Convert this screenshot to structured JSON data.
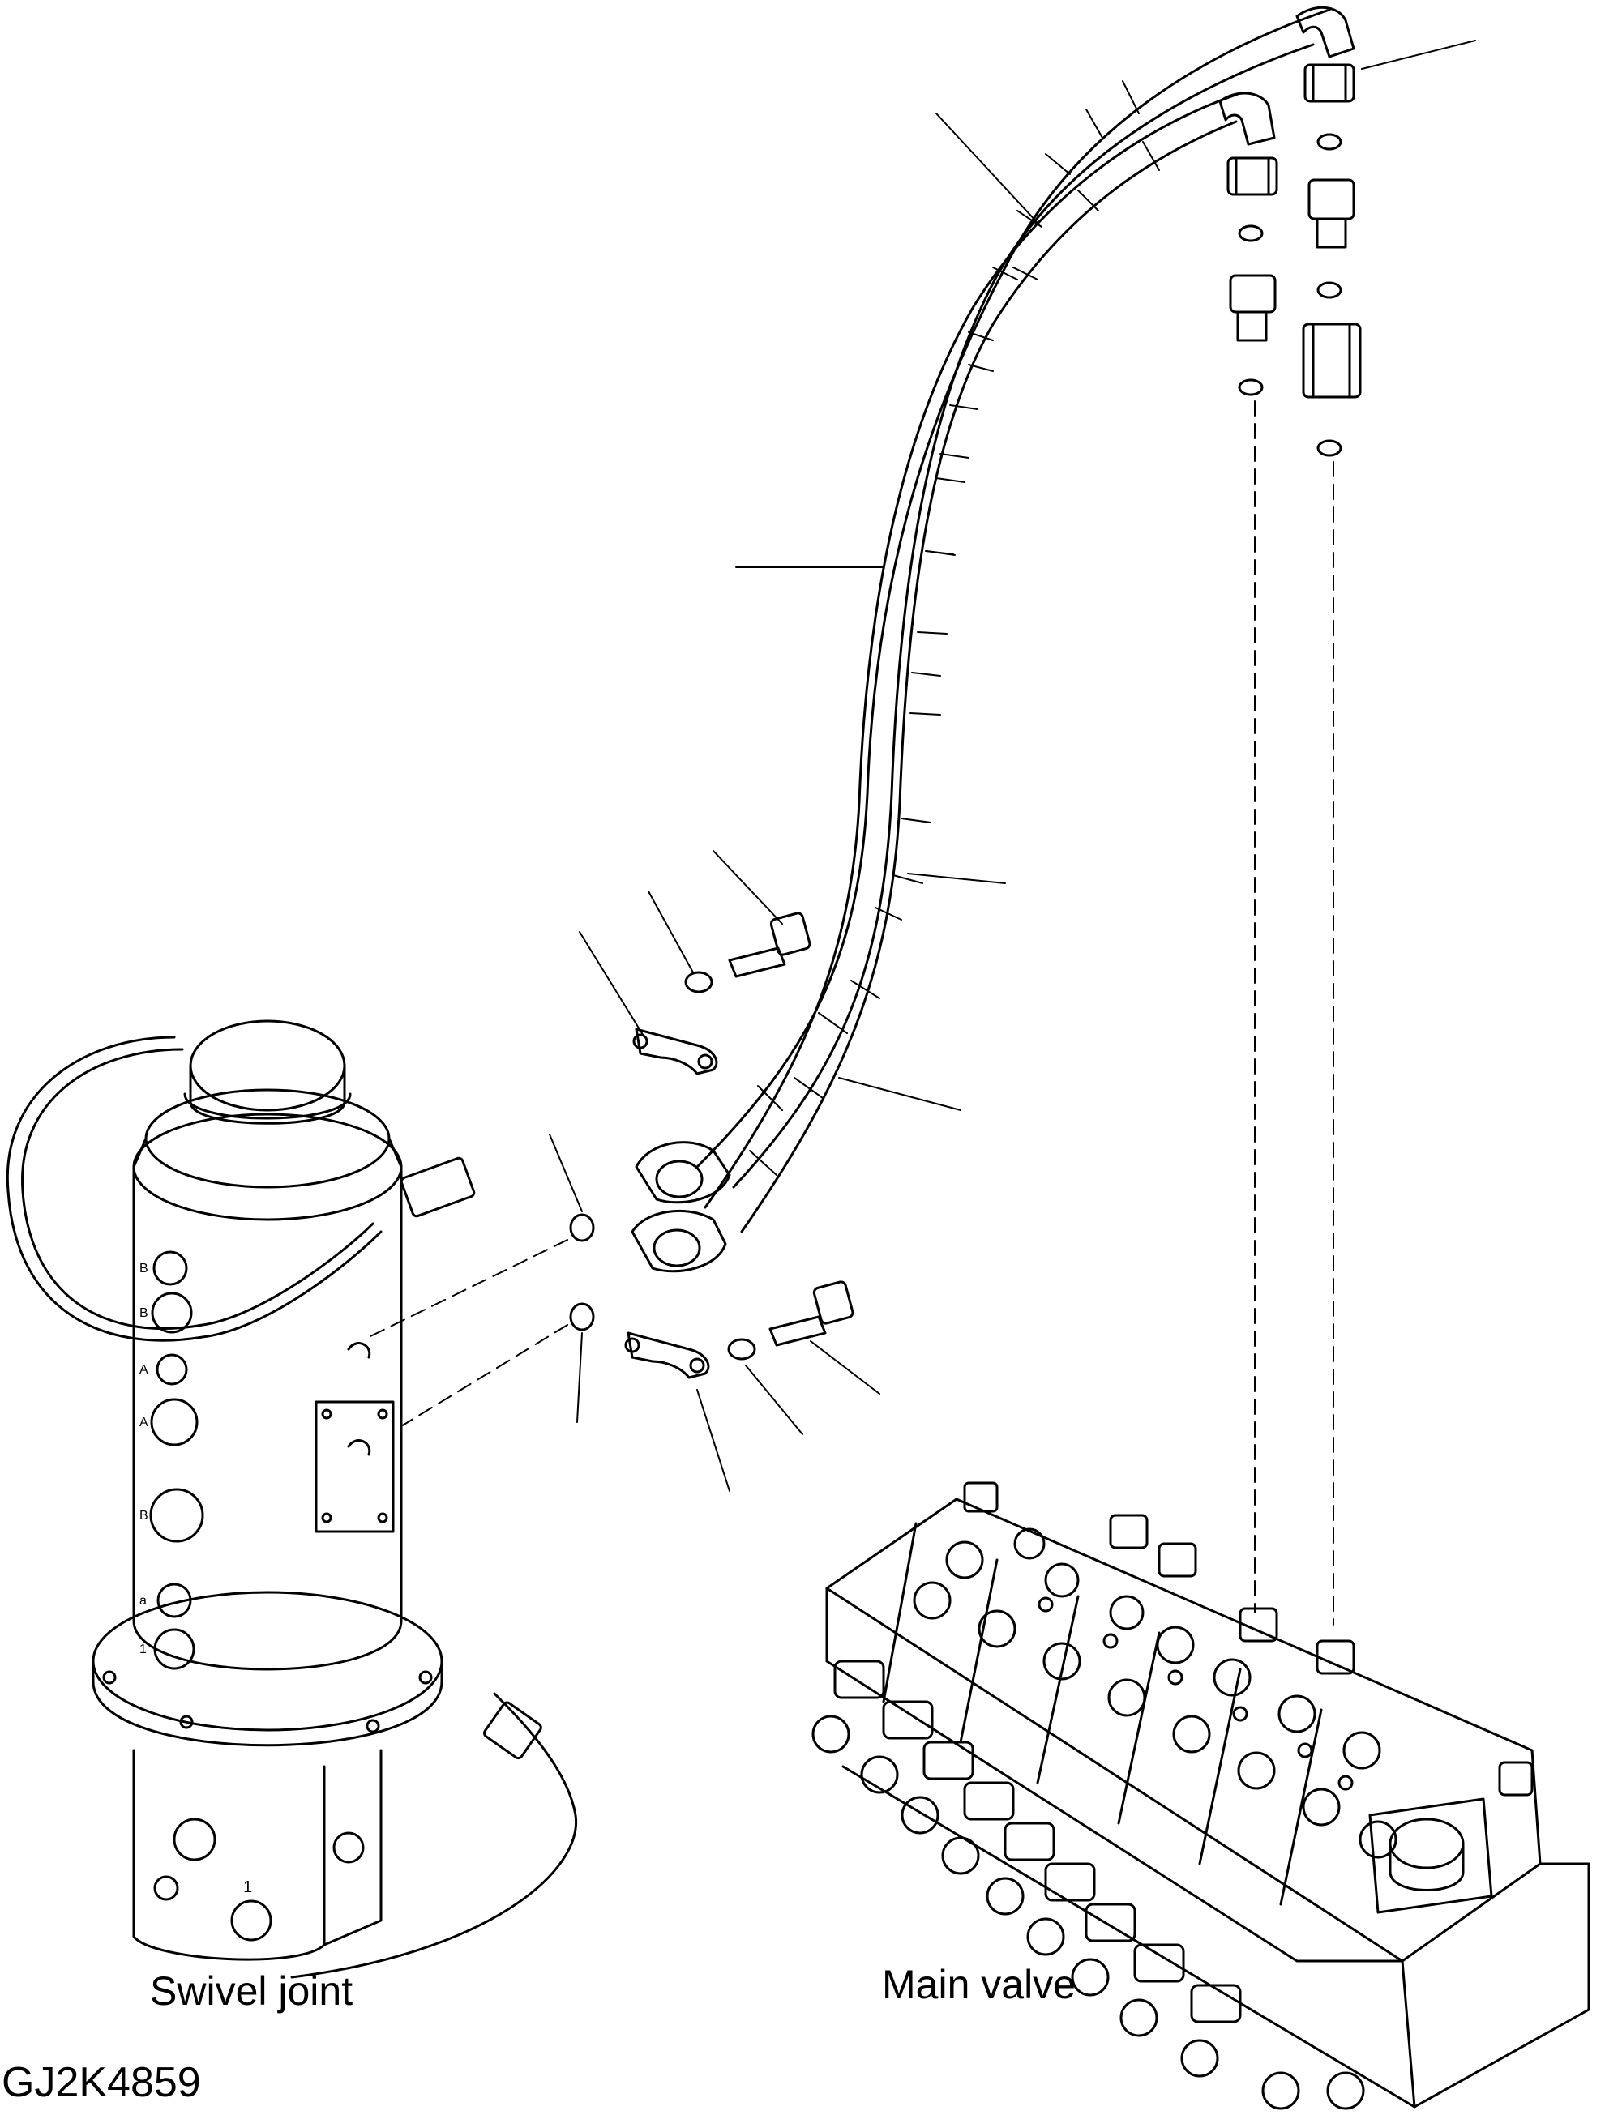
{
  "labels": {
    "swivel_joint": "Swivel joint",
    "main_valve": "Main valve",
    "drawing_number": "GJ2K4859"
  },
  "swivel_joint_port_marks": [
    "B",
    "B",
    "A",
    "A",
    "B",
    "a",
    "1"
  ],
  "swivel_base_port_mark": "1",
  "colors": {
    "line": "#000000",
    "background": "#ffffff"
  }
}
